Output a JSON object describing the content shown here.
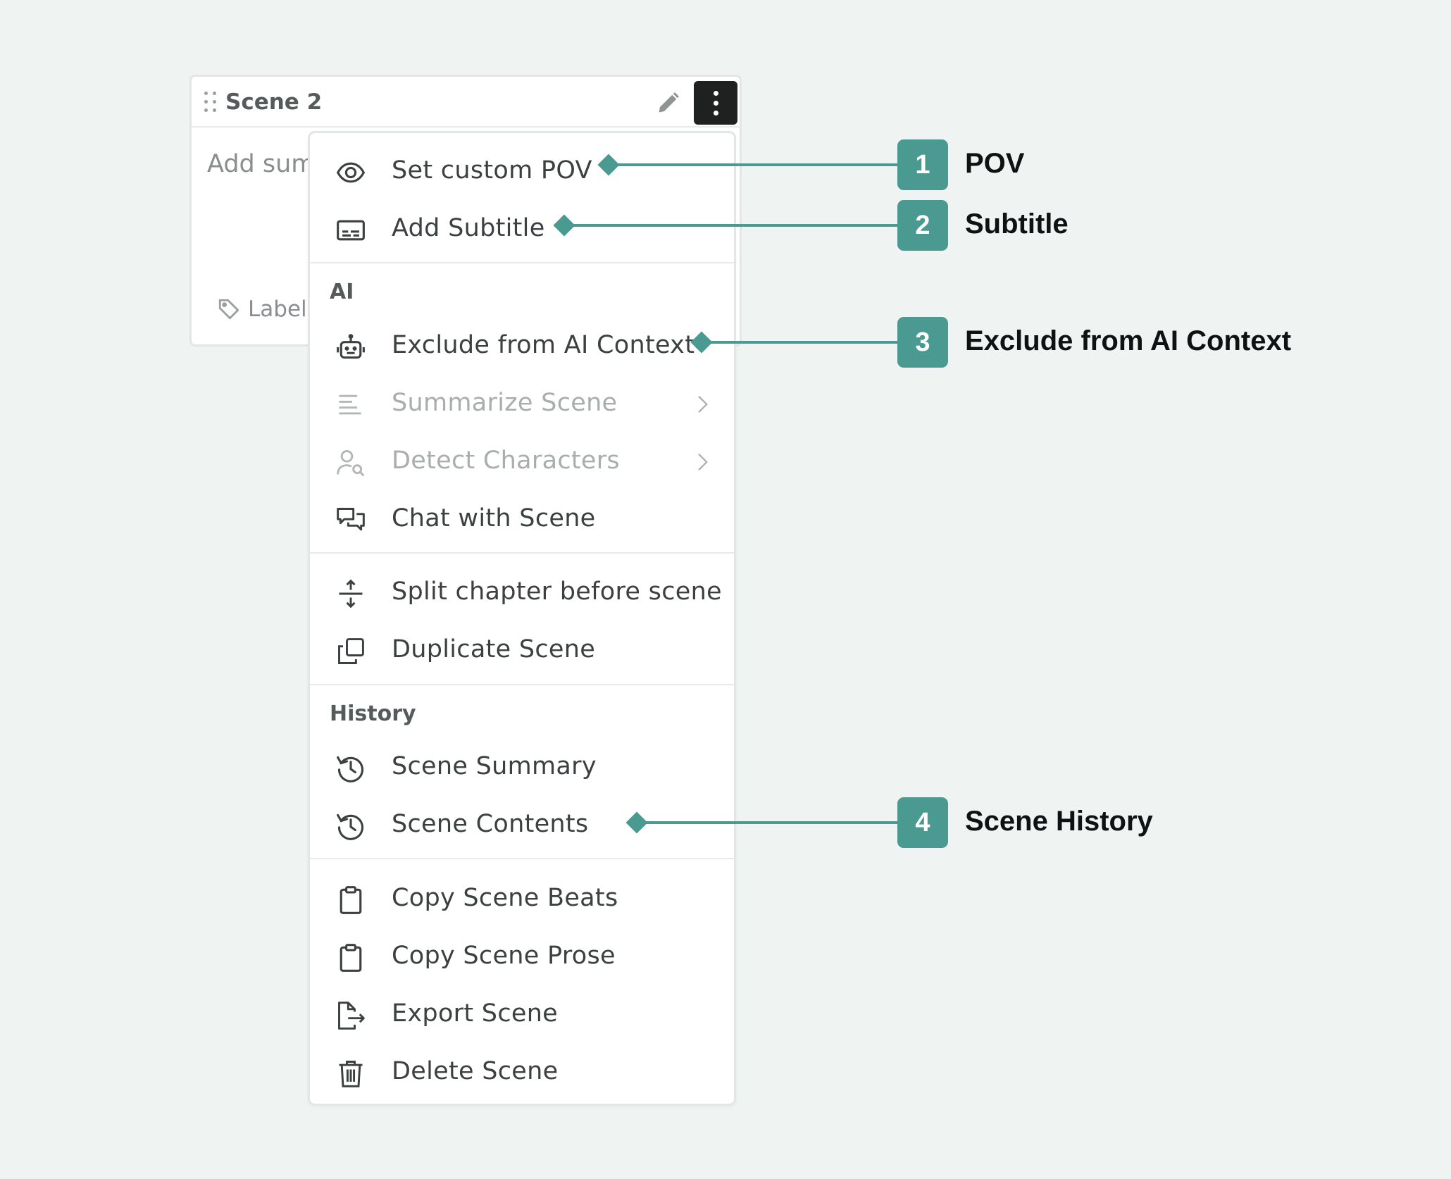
{
  "card": {
    "title": "Scene 2",
    "summary_placeholder": "Add summary",
    "label_text": "Label"
  },
  "menu": {
    "items_top": [
      {
        "label": "Set custom POV",
        "icon": "eye-icon"
      },
      {
        "label": "Add Subtitle",
        "icon": "subtitle-icon"
      }
    ],
    "ai_section": "AI",
    "ai_items": [
      {
        "label": "Exclude from AI Context",
        "icon": "robot-icon",
        "disabled": false
      },
      {
        "label": "Summarize Scene",
        "icon": "text-lines-icon",
        "disabled": true
      },
      {
        "label": "Detect Characters",
        "icon": "user-search-icon",
        "disabled": true
      },
      {
        "label": "Chat with Scene",
        "icon": "chat-icon",
        "disabled": false
      }
    ],
    "structure_items": [
      {
        "label": "Split chapter before scene",
        "icon": "split-icon"
      },
      {
        "label": "Duplicate Scene",
        "icon": "duplicate-icon"
      }
    ],
    "history_section": "History",
    "history_items": [
      {
        "label": "Scene Summary",
        "icon": "history-icon"
      },
      {
        "label": "Scene Contents",
        "icon": "history-icon"
      }
    ],
    "bottom_items": [
      {
        "label": "Copy Scene Beats",
        "icon": "clipboard-icon"
      },
      {
        "label": "Copy Scene Prose",
        "icon": "clipboard-icon"
      },
      {
        "label": "Export Scene",
        "icon": "export-icon"
      },
      {
        "label": "Delete Scene",
        "icon": "trash-icon"
      }
    ]
  },
  "callouts": [
    {
      "number": "1",
      "label": "POV"
    },
    {
      "number": "2",
      "label": "Subtitle"
    },
    {
      "number": "3",
      "label": "Exclude from AI Context"
    },
    {
      "number": "4",
      "label": "Scene History"
    }
  ],
  "colors": {
    "accent": "#4a9a92",
    "background": "#eff4f3",
    "kebab_button": "#1f2020"
  }
}
